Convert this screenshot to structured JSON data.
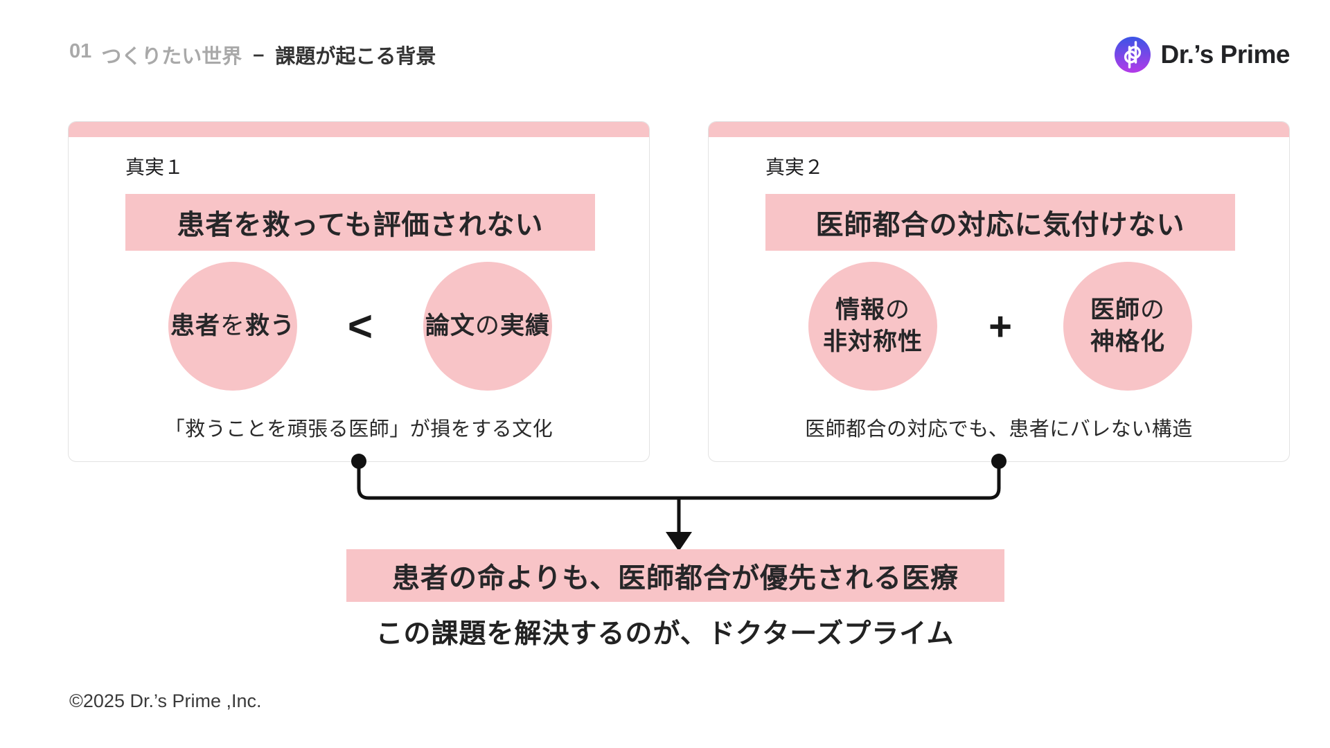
{
  "colors": {
    "pink": "#F8C4C7",
    "text_dark": "#2E2E2E",
    "muted_gray": "#A9A9A9",
    "card_border": "#E2E2E2",
    "connector_black": "#111111",
    "logo_gradient_top": "#3B55E6",
    "logo_gradient_bottom": "#B43AE8"
  },
  "header": {
    "section_number": "01",
    "section_title": "つくりたい世界",
    "separator": "–",
    "page_title": "課題が起こる背景"
  },
  "logo": {
    "brand": "Dr.’s Prime",
    "icon": "drs-prime-monogram"
  },
  "cards": [
    {
      "label": "真実１",
      "headline": "患者を救っても評価されない",
      "left_circle_lines": [
        [
          {
            "t": "患者",
            "b": 1
          },
          {
            "t": "を",
            "b": 0
          },
          {
            "t": "救う",
            "b": 1
          }
        ]
      ],
      "operator": "<",
      "right_circle_lines": [
        [
          {
            "t": "論文",
            "b": 1
          },
          {
            "t": "の",
            "b": 0
          },
          {
            "t": "実績",
            "b": 1
          }
        ]
      ],
      "caption": "「救うことを頑張る医師」が損をする文化"
    },
    {
      "label": "真実２",
      "headline": "医師都合の対応に気付けない",
      "left_circle_lines": [
        [
          {
            "t": "情報",
            "b": 1
          },
          {
            "t": "の",
            "b": 0
          }
        ],
        [
          {
            "t": "非対称性",
            "b": 1
          }
        ]
      ],
      "operator": "+",
      "right_circle_lines": [
        [
          {
            "t": "医師",
            "b": 1
          },
          {
            "t": "の",
            "b": 0
          }
        ],
        [
          {
            "t": "神格化",
            "b": 1
          }
        ]
      ],
      "caption": "医師都合の対応でも、患者にバレない構造"
    }
  ],
  "conclusion": {
    "banner": "患者の命よりも、医師都合が優先される医療",
    "subtext": "この課題を解決するのが、ドクターズプライム"
  },
  "footer": {
    "copyright": "©2025 Dr.’s Prime ,Inc."
  }
}
